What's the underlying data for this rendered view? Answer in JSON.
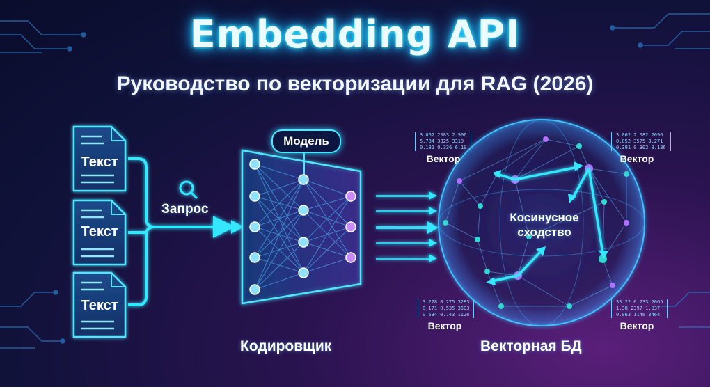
{
  "header": {
    "title": "Embedding API",
    "subtitle": "Руководство по векторизации для RAG (2026)"
  },
  "documents": [
    {
      "label": "Текст"
    },
    {
      "label": "Текст"
    },
    {
      "label": "Текст"
    }
  ],
  "query": {
    "label": "Запрос",
    "icon": "search-icon"
  },
  "encoder": {
    "model_label": "Модель",
    "caption": "Кодировщик"
  },
  "database": {
    "caption": "Векторная БД",
    "center_label_line1": "Косинусное",
    "center_label_line2": "сходство"
  },
  "vectors": [
    {
      "name": "Вектор",
      "rows": [
        "3.062  2083  2.906",
        "5.784  3325  3319",
        "0.181  0.336  6.19"
      ]
    },
    {
      "name": "Вектор",
      "rows": [
        "3.062  2.082  2096",
        "0.052  3575  3.271",
        "0.391  0.302  8.136"
      ]
    },
    {
      "name": "Вектор",
      "rows": [
        "3.278  8.275  3283",
        "8.171  0.535  3603",
        "0.534  0.743  1126"
      ]
    },
    {
      "name": "Вектор",
      "rows": [
        "33.22  6.233  2065",
        "1.38  2397  1.037",
        "0.063  1146  3464"
      ]
    }
  ],
  "colors": {
    "accent": "#36e6ff",
    "node": "#6fd6ff",
    "purple": "#b070ff",
    "background": "#10123a"
  }
}
